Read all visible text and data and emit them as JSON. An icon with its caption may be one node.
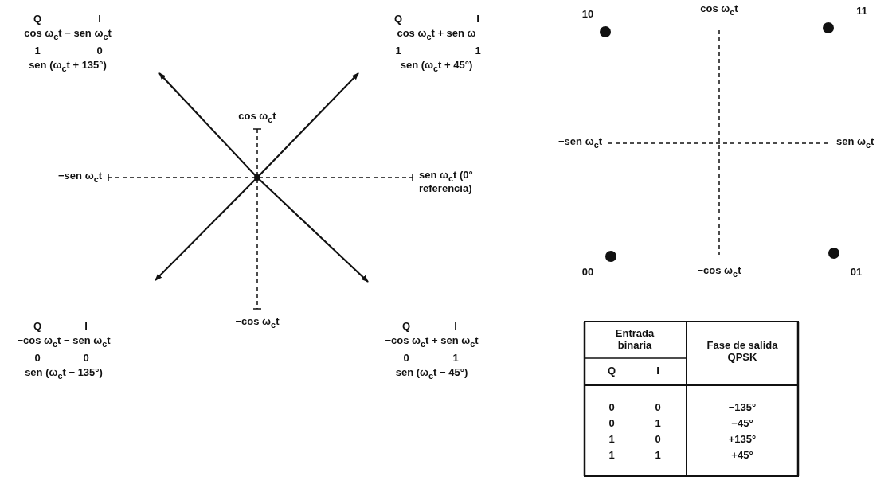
{
  "diagram": {
    "labels": [
      "Q",
      "I",
      "cos ω$_{c}$t − sen ω$_{c}$t",
      "1",
      "0",
      "sen (ω$_{c}$t + 135°)",
      "Q",
      "I",
      "cos ω$_{c}$t + sen ω",
      "1",
      "1",
      "sen (ω$_{c}$t + 45°)",
      "Q",
      "I",
      "−cos ω$_{c}$t − sen ω$_{c}$t",
      "0",
      "0",
      "sen (ω$_{c}$t − 135°)",
      "Q",
      "I",
      "−cos ω$_{c}$t + sen ω$_{c}$t",
      "0",
      "1",
      "sen (ω$_{c}$t − 45°)",
      "cos ω$_{c}$t",
      "sen ω$_{c}$t (0° referencia)",
      "−sen ω$_{c}$t",
      "−cos ω$_{c}$t",
      "10",
      "cos ω$_{c}$t",
      "11",
      "−sen ω$_{c}$t",
      "sen ω$_{c}$t",
      "00",
      "−cos ω$_{c}$t",
      "01",
      "Entrada binaria",
      "Fase de salida QPSK",
      "Q",
      "I",
      "0",
      "0",
      "−135°",
      "0",
      "1",
      "−45°",
      "1",
      "0",
      "+135°",
      "1",
      "1",
      "+45°"
    ]
  }
}
